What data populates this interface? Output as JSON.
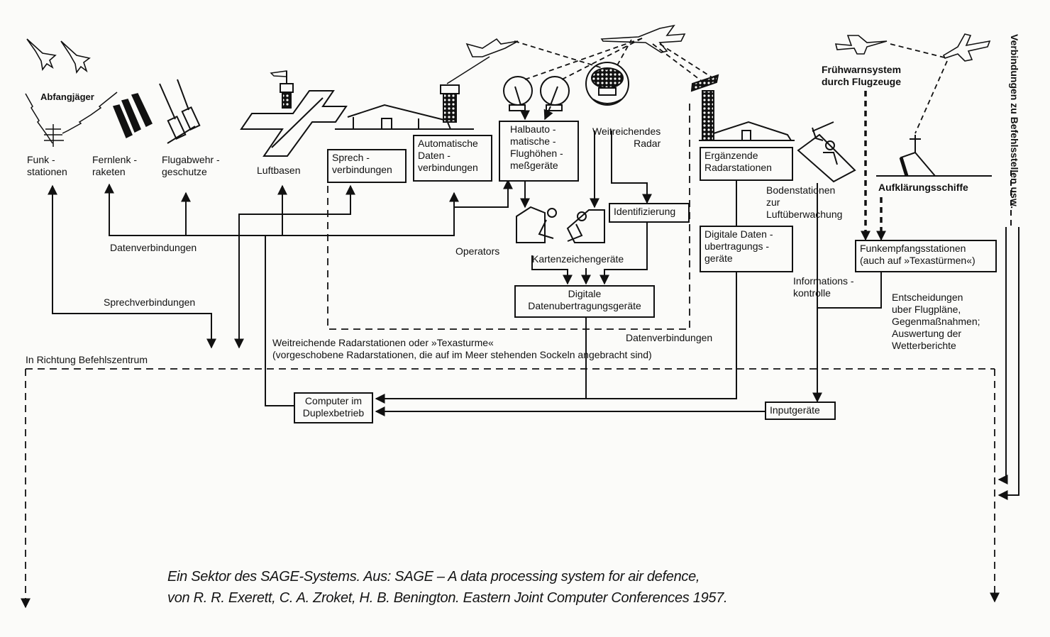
{
  "figure": {
    "type": "block-diagram",
    "subject": "SAGE system sector",
    "ink_color": "#111111",
    "paper_color": "#fbfbf9"
  },
  "top_labels": {
    "interceptors": "Abfangjäger",
    "early_warning": [
      "Frühwarnsystem",
      "durch Flugzeuge"
    ],
    "long_range_radar": [
      "Weitreichendes",
      "Radar"
    ],
    "reconnaissance_ships": "Aufklärungsschiffe",
    "command_links_vertical": "Verbindungen zu Befehlsstellen usw."
  },
  "weapon_labels": [
    {
      "id": "funk",
      "lines": [
        "Funk -",
        "stationen"
      ]
    },
    {
      "id": "fernlenk",
      "lines": [
        "Fernlenk -",
        "raketen"
      ]
    },
    {
      "id": "flak",
      "lines": [
        "Flugabwehr -",
        "geschutze"
      ]
    },
    {
      "id": "luftbasen",
      "lines": [
        "Luftbasen"
      ]
    }
  ],
  "boxes": {
    "sprech": [
      "Sprech -",
      "verbindungen"
    ],
    "auto_daten": [
      "Automatische",
      "Daten -",
      "verbindungen"
    ],
    "halbauto": [
      "Halbauto -",
      "matische -",
      "Flughöhen -",
      "meßgeräte"
    ],
    "identifizierung": [
      "Identifizierung"
    ],
    "digitale_central": [
      "Digitale",
      "Datenubertragungsgeräte"
    ],
    "ergaenzende": [
      "Ergänzende",
      "Radarstationen"
    ],
    "digitale_right": [
      "Digitale Daten -",
      "ubertragungs -",
      "geräte"
    ],
    "funkempfang": [
      "Funkempfangsstationen",
      "(auch auf »Texastürmen«)"
    ],
    "computer": [
      "Computer im",
      "Duplexbetrieb"
    ],
    "input": [
      "Inputgeräte"
    ]
  },
  "labels": {
    "datenverbindungen_left": "Datenverbindungen",
    "sprechverbindungen": "Sprechverbindungen",
    "operators": "Operators",
    "kartenzeichen": "Kartenzeichengeräte",
    "bodenstationen": [
      "Bodenstationen",
      "zur",
      "Luftüberwachung"
    ],
    "informationskontrolle": [
      "Informations -",
      "kontrolle"
    ],
    "entscheidungen": [
      "Entscheidungen",
      "uber Flugpläne,",
      "Gegenmaßnahmen;",
      "Auswertung der",
      "Wetterberichte"
    ],
    "richtung_befehlszentrum": "In Richtung Befehlszentrum",
    "texas_towers": [
      "Weitreichende Radarstationen oder »Texasturme«",
      "(vorgeschobene Radarstationen, die auf im Meer stehenden Sockeln angebracht sind)"
    ],
    "datenverbindungen_right": "Datenverbindungen"
  },
  "caption": [
    "Ein Sektor des SAGE-Systems. Aus: SAGE – A data processing system for air defence,",
    "von R. R.  Exerett, C. A. Zroket, H. B. Benington. Eastern Joint Computer Conferences 1957."
  ]
}
